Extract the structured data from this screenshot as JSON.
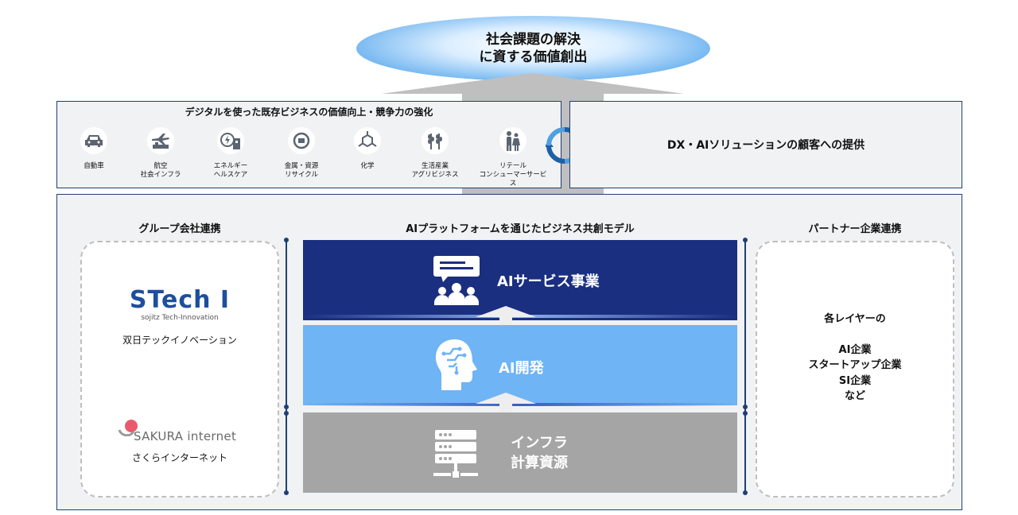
{
  "goal": {
    "line1": "社会課題の解決",
    "line2": "に資する価値創出"
  },
  "top_left": {
    "title": "デジタルを使った既存ビジネスの価値向上・競争力の強化",
    "industries": [
      {
        "label1": "自動車",
        "label2": "",
        "icon": "car-icon"
      },
      {
        "label1": "航空",
        "label2": "社会インフラ",
        "icon": "airplane-icon"
      },
      {
        "label1": "エネルギー",
        "label2": "ヘルスケア",
        "icon": "energy-health-icon"
      },
      {
        "label1": "金属・資源",
        "label2": "リサイクル",
        "icon": "recycle-icon"
      },
      {
        "label1": "化学",
        "label2": "",
        "icon": "molecule-icon"
      },
      {
        "label1": "生活産業",
        "label2": "アグリビジネス",
        "icon": "wheat-icon"
      },
      {
        "label1": "リテール",
        "label2": "コンシューマーサービス",
        "icon": "family-icon"
      }
    ]
  },
  "top_right": {
    "title": "DX・AIソリューションの顧客への提供"
  },
  "group": {
    "title": "グループ会社連携",
    "company1": {
      "logo_main": "STech I",
      "logo_sub": "sojitz Tech-Innovation",
      "name": "双日テックイノベーション"
    },
    "company2": {
      "logo_main": "SAKURA internet",
      "name": "さくらインターネット"
    }
  },
  "platform": {
    "title": "AIプラットフォームを通じたビジネス共創モデル",
    "layers": [
      {
        "line1": "AIサービス事業",
        "line2": "",
        "color": "#1a2f80",
        "icon": "ai-service-icon"
      },
      {
        "line1": "AI開発",
        "line2": "",
        "color": "#6fb4f5",
        "icon": "ai-brain-icon"
      },
      {
        "line1": "インフラ",
        "line2": "計算資源",
        "color": "#a5a5a5",
        "icon": "server-icon"
      }
    ]
  },
  "partner": {
    "title": "パートナー企業連携",
    "intro": "各レイヤーの",
    "items": [
      "AI企業",
      "スタートアップ企業",
      "SI企業",
      "など"
    ]
  },
  "colors": {
    "navy": "#1f3f73",
    "panel": "#f1f2f4",
    "sakura_red": "#e85a6c",
    "stech_blue": "#1e4e9c"
  }
}
